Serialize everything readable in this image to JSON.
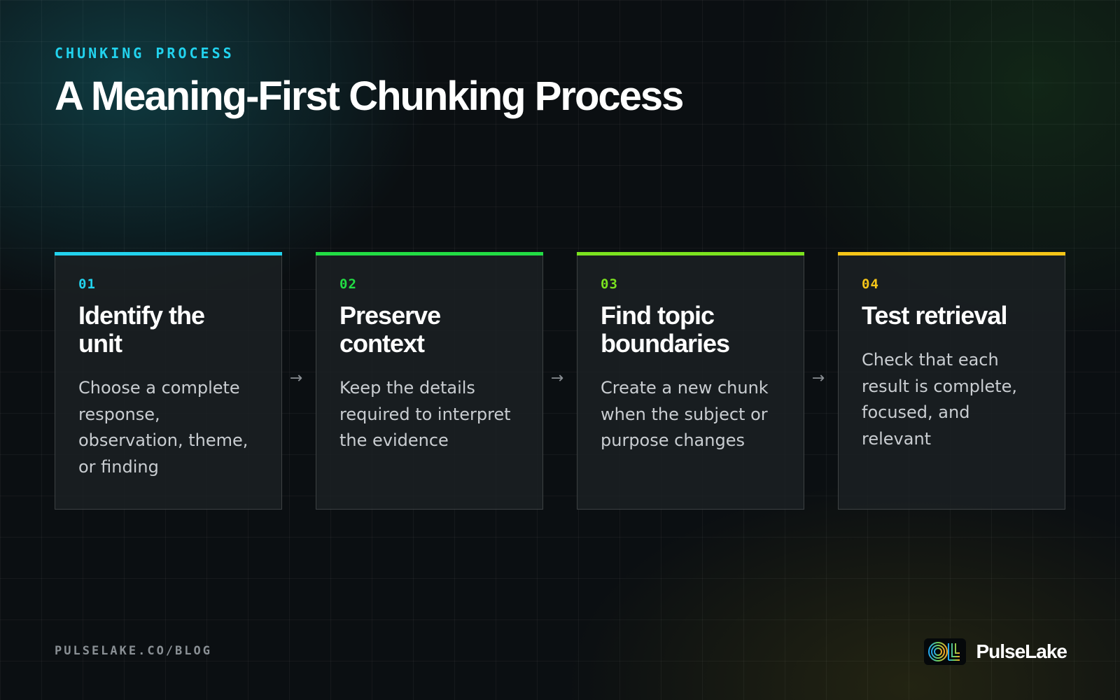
{
  "header": {
    "eyebrow": "CHUNKING PROCESS",
    "title": "A Meaning-First Chunking Process"
  },
  "steps": [
    {
      "number": "01",
      "title": "Identify the unit",
      "description": "Choose a complete response, observation, theme, or finding",
      "accent": "#22d3ee"
    },
    {
      "number": "02",
      "title": "Preserve context",
      "description": "Keep the details required to interpret the evidence",
      "accent": "#22dd44"
    },
    {
      "number": "03",
      "title": "Find topic boundaries",
      "description": "Create a new chunk when the subject or purpose changes",
      "accent": "#7be31f"
    },
    {
      "number": "04",
      "title": "Test retrieval",
      "description": "Check that each result is complete, focused, and relevant",
      "accent": "#f5c518"
    }
  ],
  "arrows": [
    "→",
    "→",
    "→"
  ],
  "footer": {
    "url": "PULSELAKE.CO/BLOG",
    "brand_name": "PulseLake",
    "logo_icon": "pulselake-logo-icon"
  }
}
